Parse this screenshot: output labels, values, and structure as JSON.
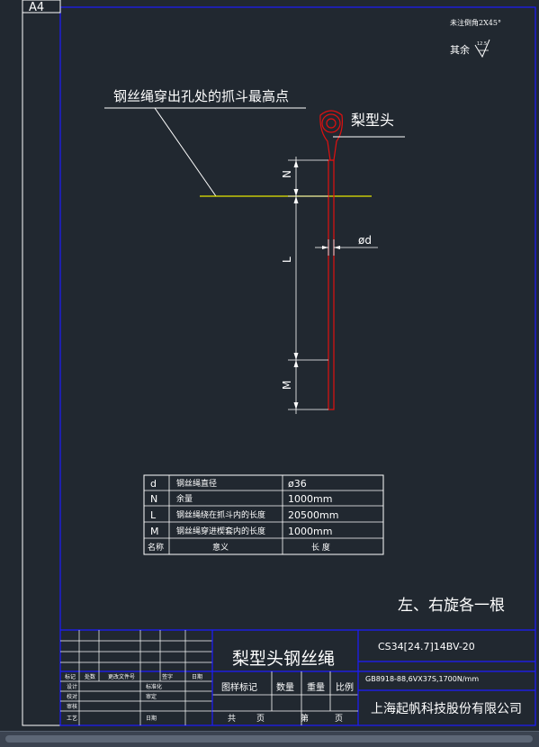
{
  "sheet": {
    "size_label": "A4",
    "corner_note": "未注倒角2X45°",
    "roughness_prefix": "其余",
    "roughness_value": "12.5"
  },
  "drawing": {
    "callout_text": "钢丝绳穿出孔处的抓斗最高点",
    "head_label": "梨型头",
    "dim_N": "N",
    "dim_L": "L",
    "dim_M": "M",
    "dim_d": "ød"
  },
  "spec_table": {
    "rows": [
      {
        "sym": "d",
        "meaning": "钢丝绳直径",
        "value": "ø36"
      },
      {
        "sym": "N",
        "meaning": "余量",
        "value": "1000mm"
      },
      {
        "sym": "L",
        "meaning": "钢丝绳绕在抓斗内的长度",
        "value": "20500mm"
      },
      {
        "sym": "M",
        "meaning": "钢丝绳穿进楔套内的长度",
        "value": "1000mm"
      }
    ],
    "header": {
      "sym": "名称",
      "meaning": "意义",
      "value": "长    度"
    }
  },
  "note": "左、右旋各一根",
  "title_block": {
    "part_name": "梨型头钢丝绳",
    "drawing_no": "CS34[24.7]14BV-20",
    "spec": "GB8918-88,6VX37S,1700N/mm",
    "company": "上海起帆科技股份有限公司",
    "stage_mark": "图样标记",
    "quantity": "数量",
    "weight": "重量",
    "scale": "比例",
    "total_pages": "共",
    "page": "页",
    "sheet_no": "第",
    "sheet_page": "页",
    "revision_header": [
      "标记",
      "处数",
      "更改文件号",
      "签字",
      "日期"
    ],
    "sign_rows": [
      {
        "left": "设计",
        "mid": "标准化"
      },
      {
        "left": "校对",
        "mid": "审定"
      },
      {
        "left": "审核",
        "mid": ""
      },
      {
        "left": "工艺",
        "mid": "日期"
      }
    ]
  },
  "colors": {
    "frame": "#1c1cff",
    "rope": "#e01010",
    "highlight": "#e6e600",
    "line": "#ffffff"
  }
}
